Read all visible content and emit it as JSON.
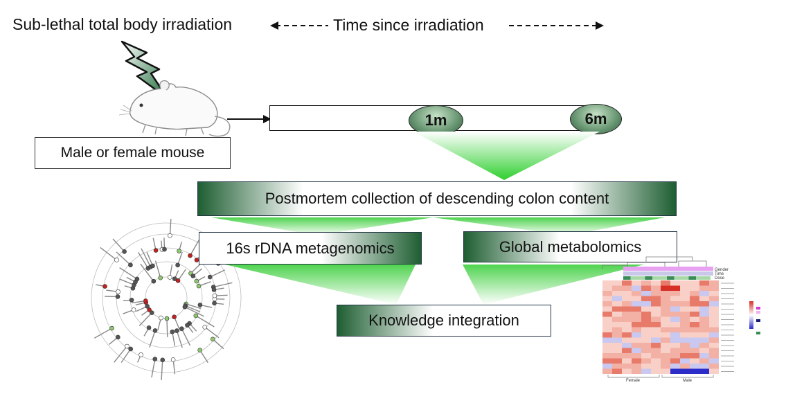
{
  "header": {
    "irradiation_label": "Sub-lethal total body irradiation",
    "time_label": "Time since irradiation"
  },
  "mouse_label": "Male or female mouse",
  "timeline": {
    "t1": "1m",
    "t2": "6m"
  },
  "collection_label": "Postmortem collection of descending colon content",
  "metagenomics_label": "16s rDNA metagenomics",
  "metabolomics_label": "Global metabolomics",
  "integration_label": "Knowledge integration",
  "heatmap": {
    "legend_top": [
      "Gender",
      "Time",
      "Dose"
    ],
    "col_groups": [
      "Female",
      "Male"
    ]
  },
  "colors": {
    "dark_green": "#1e5e32",
    "light_green": "#9fe09f",
    "heat_red": "#d73027",
    "heat_blue": "#2c2cc8"
  }
}
